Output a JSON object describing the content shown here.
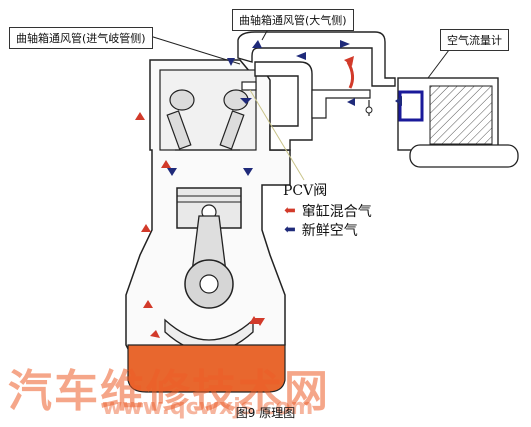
{
  "labels": {
    "intake_side_vent": "曲轴箱通风管(进气岐管侧)",
    "atmosphere_side_vent": "曲轴箱通风管(大气侧)",
    "air_flow_meter": "空气流量计",
    "pcv_valve": "PCV阀"
  },
  "legend": {
    "blowby": {
      "label": "窜缸混合气",
      "color": "#d23a2a"
    },
    "fresh_air": {
      "label": "新鲜空气",
      "color": "#1f2a7a"
    }
  },
  "caption": "图9 原理图",
  "watermark": {
    "text": "汽车维修技术网",
    "url": "www.qcwxjs.com"
  },
  "colors": {
    "oil": "#e8672e",
    "line": "#222222",
    "fresh": "#1f2a7a",
    "blowby": "#d23a2a",
    "meter": "#1a1a9a"
  }
}
